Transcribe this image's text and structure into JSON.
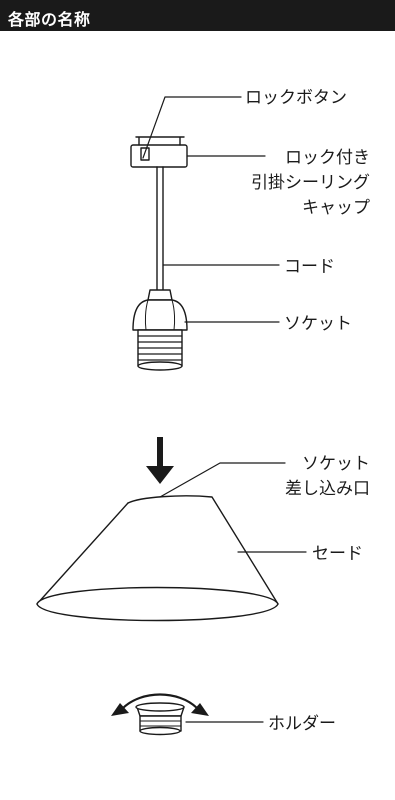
{
  "header": {
    "title": "各部の名称"
  },
  "labels": {
    "lock_button": "ロックボタン",
    "ceiling_cap_line1": "ロック付き",
    "ceiling_cap_line2": "引掛シーリング",
    "ceiling_cap_line3": "キャップ",
    "cord": "コード",
    "socket": "ソケット",
    "socket_inlet_line1": "ソケット",
    "socket_inlet_line2": "差し込み口",
    "shade": "セード",
    "holder": "ホルダー"
  },
  "colors": {
    "header_bg": "#1a1a1a",
    "header_text": "#ffffff",
    "line": "#1a1a1a"
  }
}
